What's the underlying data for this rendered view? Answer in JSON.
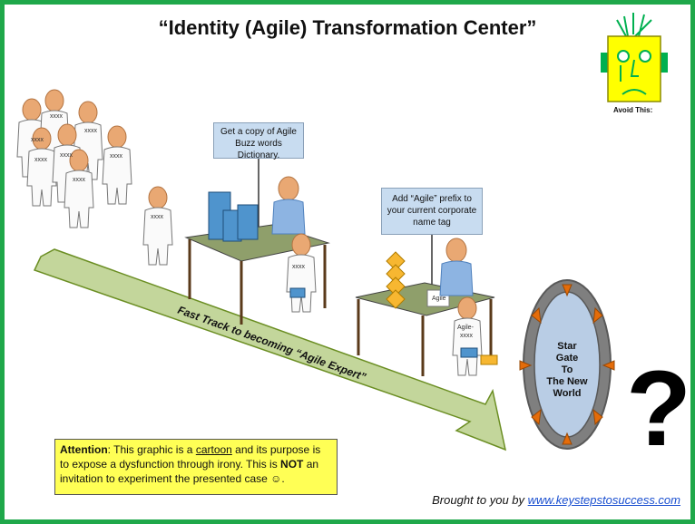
{
  "title": "“Identity (Agile) Transformation Center”",
  "avoid_label": "Avoid This:",
  "sign1_text": "Get a copy of Agile Buzz words Dictionary.",
  "sign2_text": "Add “Agile” prefix to your current corporate name tag",
  "arrow_text": "Fast Track to becoming “Agile Expert”",
  "gate": {
    "line1": "Star",
    "line2": "Gate",
    "line3": "To",
    "line4": "The New",
    "line5": "World"
  },
  "question_mark": "?",
  "person_tag": "xxxx",
  "agile_tag_line1": "Agile-",
  "agile_tag_line2": "xxxx",
  "nametag_small": "Agile",
  "attention": {
    "label": "Attention",
    "part1": ": This graphic is a ",
    "cartoon": "cartoon",
    "part2": " and its purpose is to expose a dysfunction through irony.  This is ",
    "not_word": "NOT",
    "part3": " an invitation to experiment the presented case ☺."
  },
  "footer": {
    "prefix": "Brought to you by ",
    "link": "www.keystepstosuccess.com"
  },
  "colors": {
    "frame": "#1fa84a",
    "arrow": "#c3d69b",
    "gate_ring": "#7f7f7f",
    "gate_inner": "#b9cde5",
    "gate_arrows": "#e46c0a",
    "attention_bg": "#ffff55"
  }
}
